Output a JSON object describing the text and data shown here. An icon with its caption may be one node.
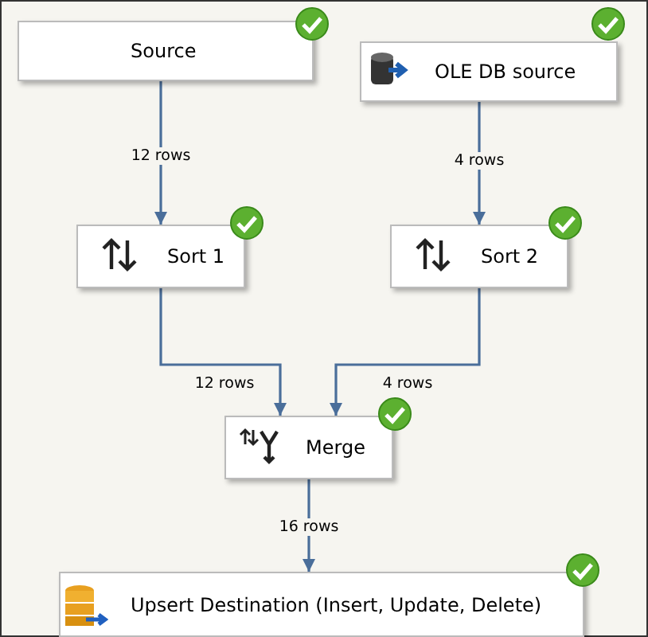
{
  "diagram": {
    "nodes": [
      {
        "text": [
          "Source"
        ]
      },
      {
        "text": [
          "OLE DB source"
        ]
      },
      {
        "text": [
          "Sort 1"
        ]
      },
      {
        "text": [
          "Sort 2"
        ]
      },
      {
        "text": [
          "Merge"
        ]
      },
      {
        "text": [
          "Upsert Destination (Insert, Update, Delete)"
        ]
      }
    ],
    "edges": [
      {
        "from": 0,
        "to": 2,
        "arrow": "to",
        "label": "12 rows"
      },
      {
        "from": 1,
        "to": 3,
        "arrow": "to",
        "label": "4 rows"
      },
      {
        "from": 2,
        "to": 4,
        "arrow": "to",
        "label": "12 rows"
      },
      {
        "from": 3,
        "to": 4,
        "arrow": "to",
        "label": "4 rows"
      },
      {
        "from": 4,
        "to": 5,
        "arrow": "to",
        "label": "16 rows"
      }
    ]
  }
}
